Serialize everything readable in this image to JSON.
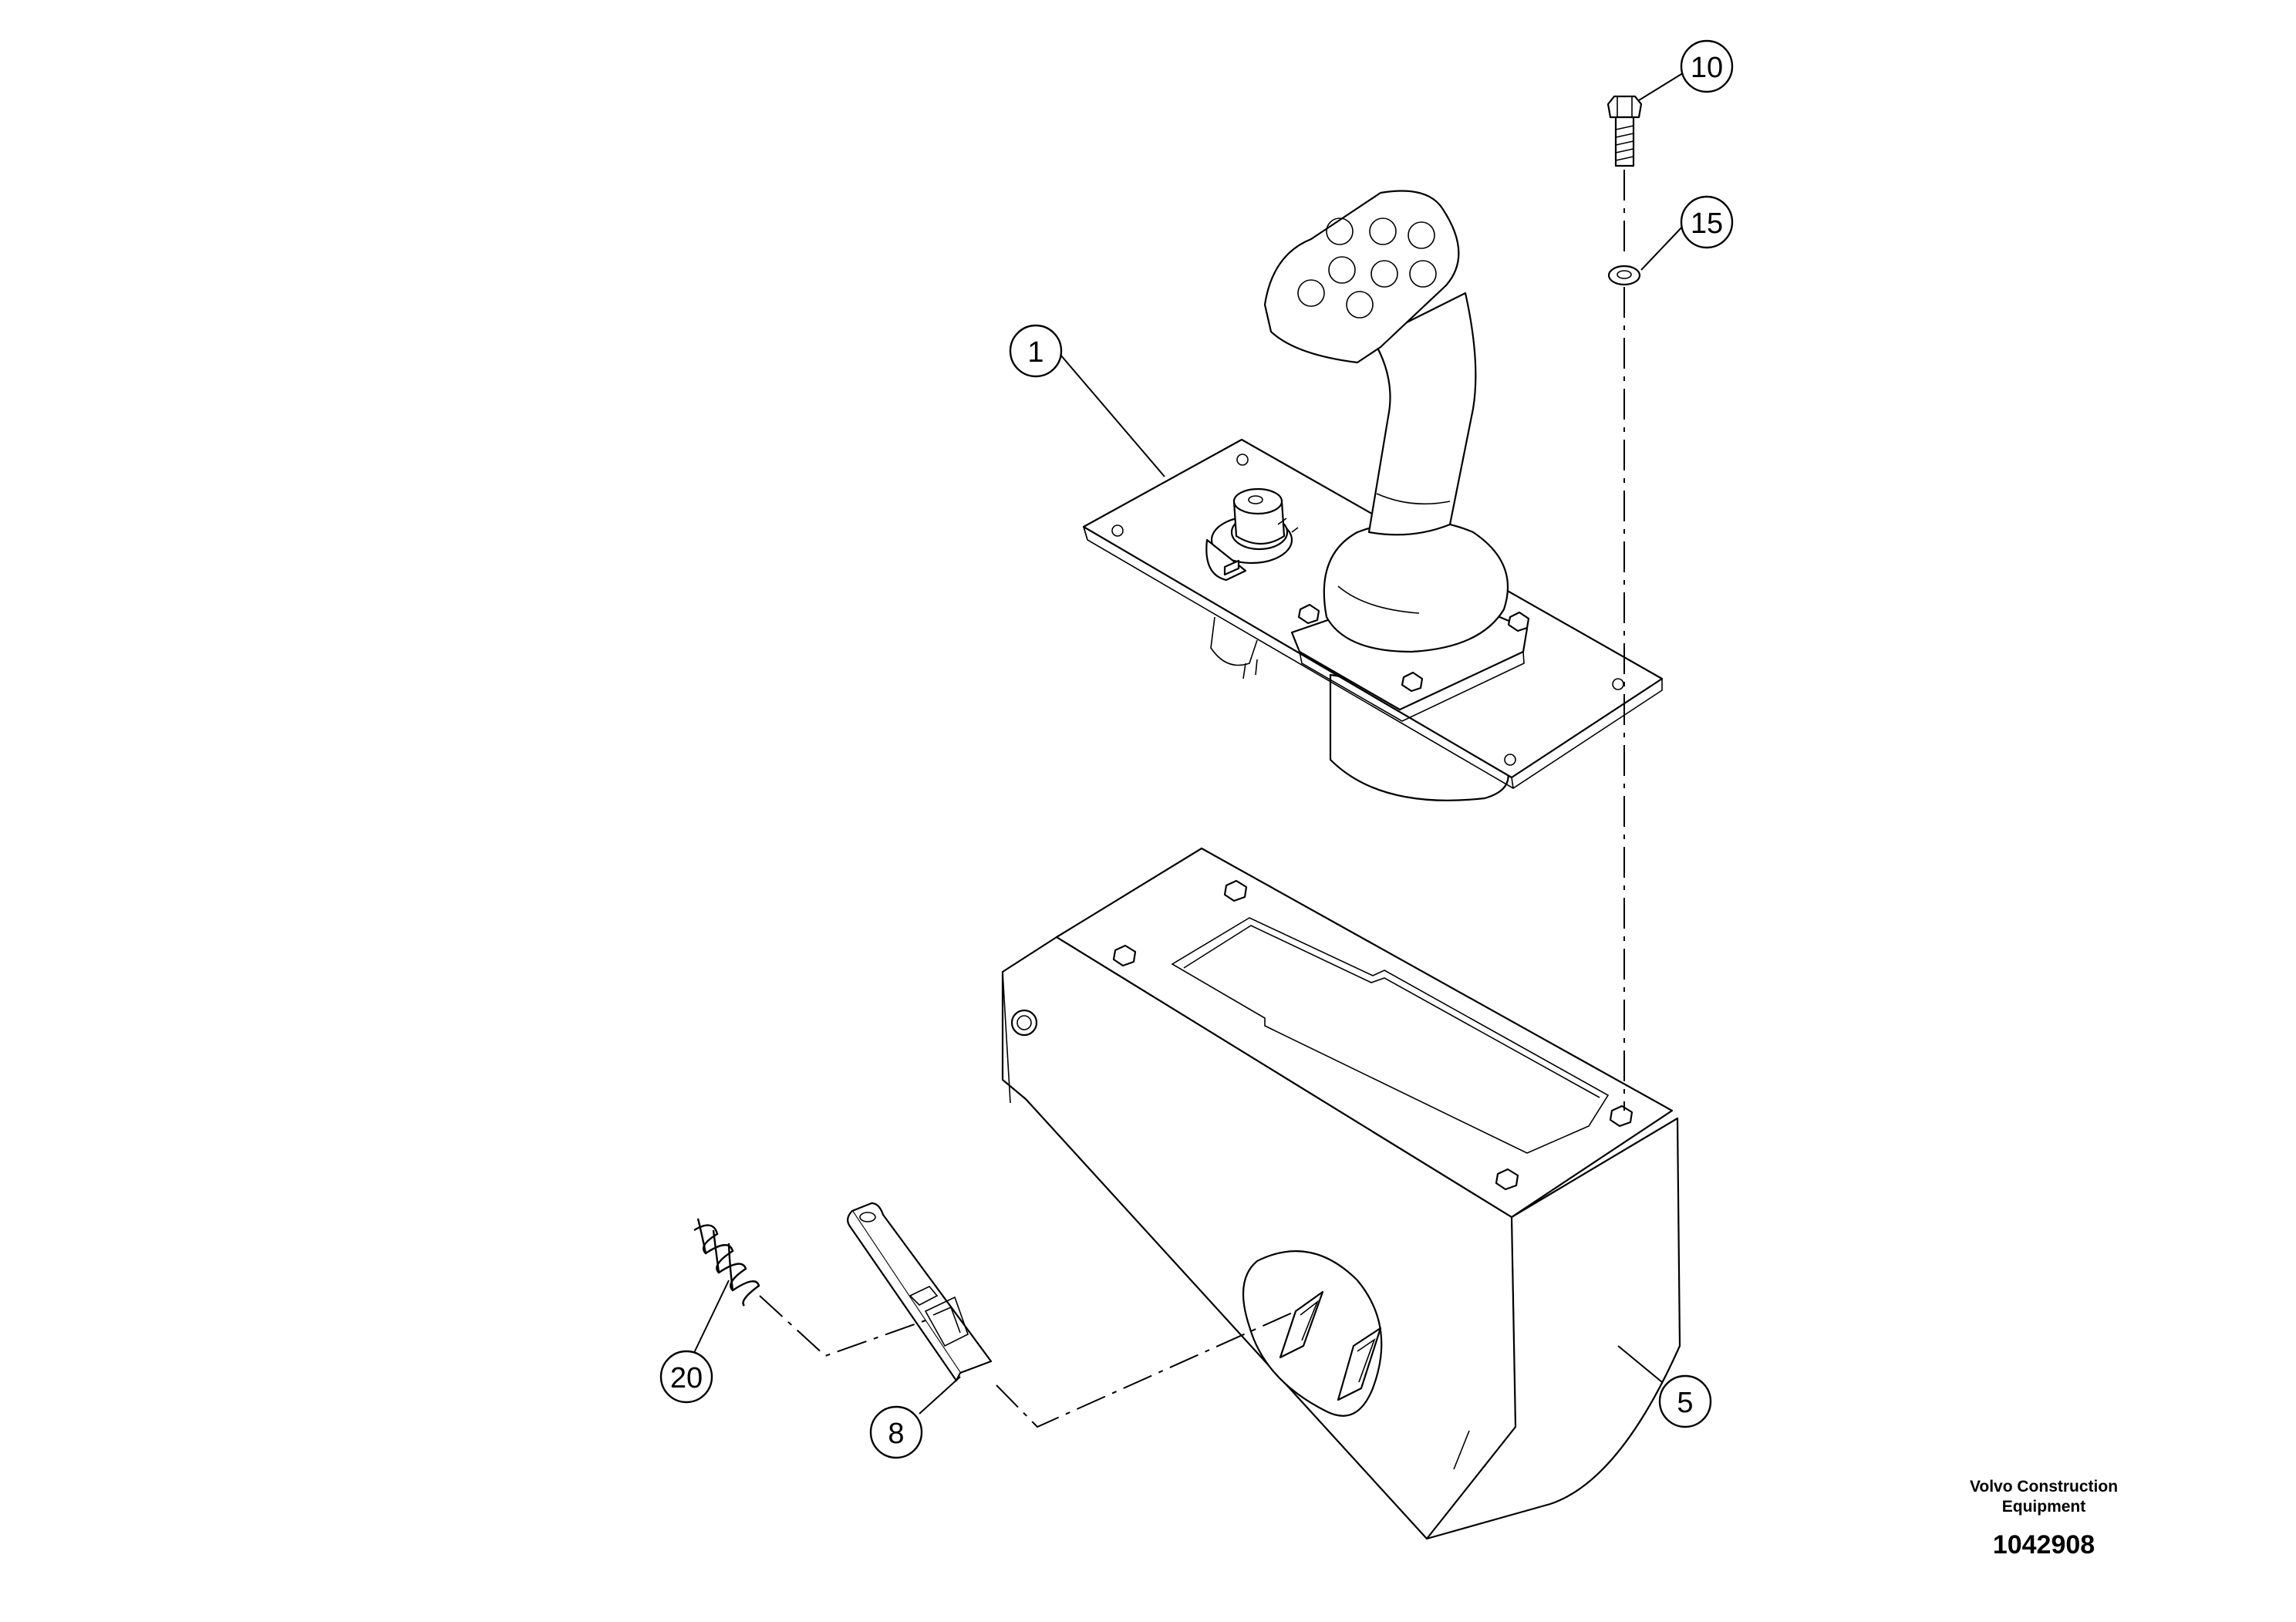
{
  "diagram": {
    "callouts": [
      {
        "label": "1"
      },
      {
        "label": "5"
      },
      {
        "label": "8"
      },
      {
        "label": "10"
      },
      {
        "label": "15"
      },
      {
        "label": "20"
      }
    ]
  },
  "brand": {
    "line1": "Volvo Construction",
    "line2": "Equipment",
    "drawing_number": "1042908"
  }
}
